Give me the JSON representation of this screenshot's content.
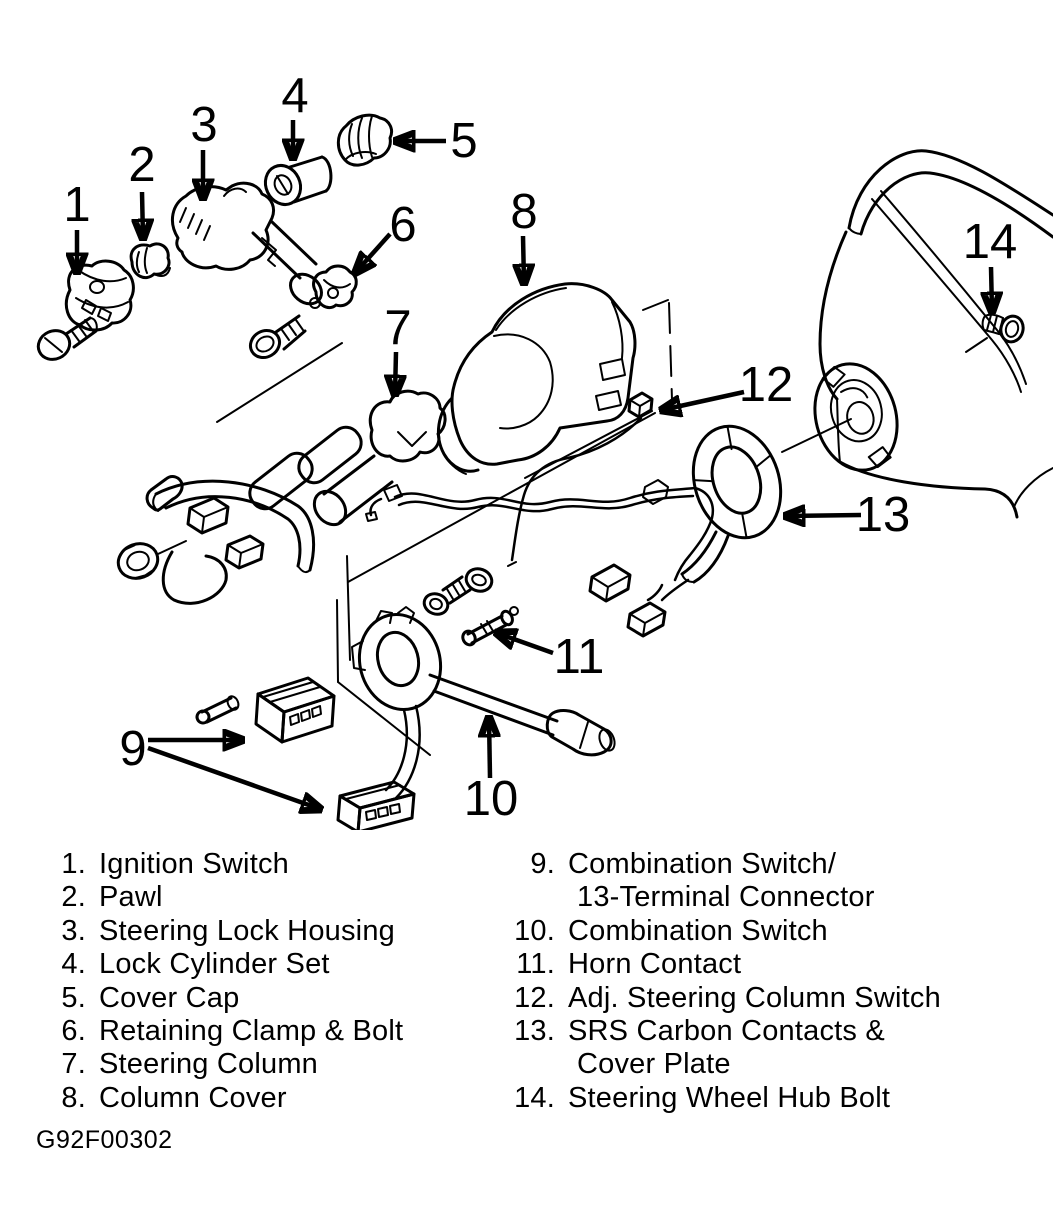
{
  "figure_code": "G92F00302",
  "colors": {
    "ink": "#000000",
    "paper": "#ffffff"
  },
  "callouts": [
    {
      "label": "1"
    },
    {
      "label": "2"
    },
    {
      "label": "3"
    },
    {
      "label": "4"
    },
    {
      "label": "5"
    },
    {
      "label": "6"
    },
    {
      "label": "7"
    },
    {
      "label": "8"
    },
    {
      "label": "9"
    },
    {
      "label": "10"
    },
    {
      "label": "11"
    },
    {
      "label": "12"
    },
    {
      "label": "13"
    },
    {
      "label": "14"
    }
  ],
  "legend": {
    "left": [
      {
        "num": "1.",
        "lines": [
          "Ignition Switch"
        ]
      },
      {
        "num": "2.",
        "lines": [
          "Pawl"
        ]
      },
      {
        "num": "3.",
        "lines": [
          "Steering Lock Housing"
        ]
      },
      {
        "num": "4.",
        "lines": [
          "Lock Cylinder Set"
        ]
      },
      {
        "num": "5.",
        "lines": [
          "Cover Cap"
        ]
      },
      {
        "num": "6.",
        "lines": [
          "Retaining Clamp & Bolt"
        ]
      },
      {
        "num": "7.",
        "lines": [
          "Steering Column"
        ]
      },
      {
        "num": "8.",
        "lines": [
          "Column Cover"
        ]
      }
    ],
    "right": [
      {
        "num": "9.",
        "lines": [
          "Combination Switch/",
          "13-Terminal Connector"
        ]
      },
      {
        "num": "10.",
        "lines": [
          "Combination Switch"
        ]
      },
      {
        "num": "11.",
        "lines": [
          "Horn Contact"
        ]
      },
      {
        "num": "12.",
        "lines": [
          "Adj. Steering Column Switch"
        ]
      },
      {
        "num": "13.",
        "lines": [
          "SRS Carbon Contacts &",
          "Cover Plate"
        ]
      },
      {
        "num": "14.",
        "lines": [
          "Steering Wheel Hub Bolt"
        ]
      }
    ]
  }
}
